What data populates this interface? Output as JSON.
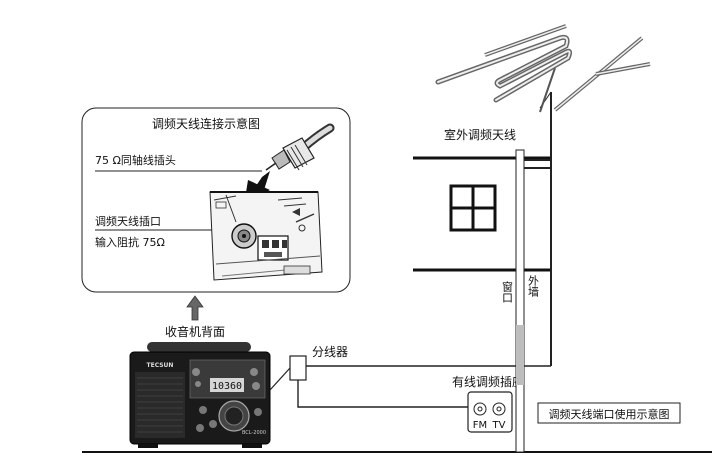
{
  "inset": {
    "title": "调频天线连接示意图",
    "coax_plug": "75 Ω同轴线插头",
    "antenna_jack": "调频天线插口",
    "impedance": "输入阻抗 75Ω"
  },
  "radio": {
    "back_label": "收音机背面",
    "brand": "TECSUN",
    "display": "10360",
    "model": "BCL-2000"
  },
  "outdoor_antenna": "室外调频天线",
  "window": "窗口",
  "outer_wall": "外墙",
  "splitter": "分线器",
  "cable_socket": "有线调频插座",
  "socket_fm": "FM",
  "socket_tv": "TV",
  "caption": "调频天线端口使用示意图"
}
